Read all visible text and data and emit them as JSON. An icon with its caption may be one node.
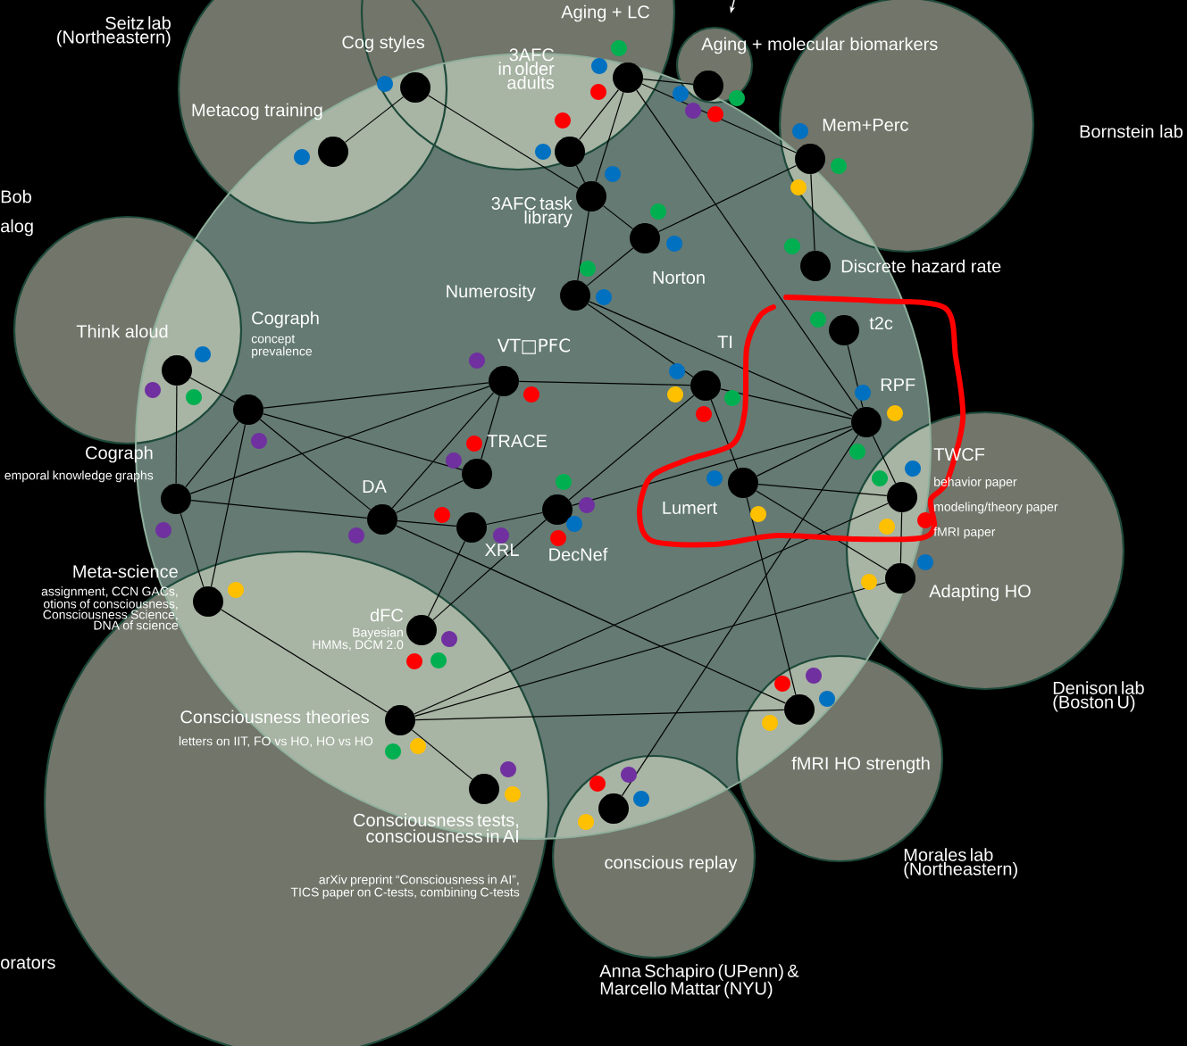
{
  "diagram": {
    "nodes": [
      {
        "text": [],
        "shape": "circle",
        "beside": [
          "Cog styles"
        ]
      },
      {
        "text": [],
        "shape": "circle",
        "beside": [
          "Metacog training"
        ]
      },
      {
        "text": [],
        "shape": "circle",
        "beside": [
          "Aging + LC"
        ]
      },
      {
        "text": [],
        "shape": "circle",
        "beside": [
          "Aging + molecular biomarkers"
        ]
      },
      {
        "text": [],
        "shape": "circle",
        "beside": [
          "3AFC in older adults"
        ]
      },
      {
        "text": [],
        "shape": "circle",
        "beside": [
          "Mem+Perc"
        ]
      },
      {
        "text": [],
        "shape": "circle",
        "beside": [
          "3AFC task library"
        ]
      },
      {
        "text": [],
        "shape": "circle",
        "beside": [
          "Norton"
        ]
      },
      {
        "text": [],
        "shape": "circle",
        "beside": [
          "Discrete hazard rate"
        ]
      },
      {
        "text": [],
        "shape": "circle",
        "beside": [
          "Numerosity"
        ]
      },
      {
        "text": [],
        "shape": "circle",
        "beside": [
          "t2c"
        ]
      },
      {
        "text": [],
        "shape": "circle",
        "beside": [
          "Think aloud"
        ]
      },
      {
        "text": [],
        "shape": "circle",
        "beside": [
          "Cograph",
          "concept prevalence"
        ]
      },
      {
        "text": [],
        "shape": "circle",
        "beside": [
          "VT□PFC"
        ]
      },
      {
        "text": [],
        "shape": "circle",
        "beside": [
          "TI"
        ]
      },
      {
        "text": [],
        "shape": "circle",
        "beside": [
          "RPF"
        ]
      },
      {
        "text": [],
        "shape": "circle",
        "beside": [
          "TRACE"
        ]
      },
      {
        "text": [],
        "shape": "circle",
        "beside": [
          "Cograph",
          "emporal knowledge graphs"
        ]
      },
      {
        "text": [],
        "shape": "circle",
        "beside": [
          "DA"
        ]
      },
      {
        "text": [],
        "shape": "circle",
        "beside": [
          "XRL"
        ]
      },
      {
        "text": [],
        "shape": "circle",
        "beside": [
          "DecNef"
        ]
      },
      {
        "text": [],
        "shape": "circle",
        "beside": [
          "Lumert"
        ]
      },
      {
        "text": [],
        "shape": "circle",
        "beside": [
          "TWCF",
          "behavior paper",
          "modeling/theory paper",
          "fMRI paper"
        ]
      },
      {
        "text": [],
        "shape": "circle",
        "beside": [
          "Adapting HO"
        ]
      },
      {
        "text": [],
        "shape": "circle",
        "beside": [
          "Meta-science",
          "assignment, CCN GACs, otions of consciousness, Consciousness Science, DNA of science"
        ]
      },
      {
        "text": [],
        "shape": "circle",
        "beside": [
          "dFC",
          "Bayesian HMMs, DCM 2.0"
        ]
      },
      {
        "text": [],
        "shape": "circle",
        "beside": [
          "Consciousness theories",
          "letters on IIT, FO vs HO, HO vs HO"
        ]
      },
      {
        "text": [],
        "shape": "circle",
        "beside": [
          "Consciousness tests, consciousness in AI",
          "arXiv preprint “Consciousness in AI”, TICS paper on C-tests, combining C-tests"
        ]
      },
      {
        "text": [],
        "shape": "circle",
        "beside": [
          "fMRI HO strength"
        ]
      },
      {
        "text": [],
        "shape": "circle",
        "beside": [
          "conscious replay"
        ]
      }
    ],
    "edges": [
      {
        "from": 0,
        "to": 1,
        "arrow": "none"
      },
      {
        "from": 0,
        "to": 6,
        "arrow": "none"
      },
      {
        "from": 2,
        "to": 3,
        "arrow": "none"
      },
      {
        "from": 2,
        "to": 4,
        "arrow": "none"
      },
      {
        "from": 2,
        "to": 6,
        "arrow": "none"
      },
      {
        "from": 2,
        "to": 5,
        "arrow": "none"
      },
      {
        "from": 2,
        "to": 15,
        "arrow": "none"
      },
      {
        "from": 4,
        "to": 6,
        "arrow": "none"
      },
      {
        "from": 6,
        "to": 7,
        "arrow": "none"
      },
      {
        "from": 6,
        "to": 9,
        "arrow": "none"
      },
      {
        "from": 7,
        "to": 5,
        "arrow": "none"
      },
      {
        "from": 7,
        "to": 9,
        "arrow": "none"
      },
      {
        "from": 5,
        "to": 8,
        "arrow": "none"
      },
      {
        "from": 9,
        "to": 14,
        "arrow": "none"
      },
      {
        "from": 9,
        "to": 15,
        "arrow": "none"
      },
      {
        "from": 10,
        "to": 15,
        "arrow": "none"
      },
      {
        "from": 11,
        "to": 12,
        "arrow": "none"
      },
      {
        "from": 11,
        "to": 17,
        "arrow": "none"
      },
      {
        "from": 12,
        "to": 13,
        "arrow": "none"
      },
      {
        "from": 12,
        "to": 16,
        "arrow": "none"
      },
      {
        "from": 12,
        "to": 17,
        "arrow": "none"
      },
      {
        "from": 12,
        "to": 18,
        "arrow": "none"
      },
      {
        "from": 12,
        "to": 24,
        "arrow": "none"
      },
      {
        "from": 13,
        "to": 14,
        "arrow": "none"
      },
      {
        "from": 13,
        "to": 16,
        "arrow": "none"
      },
      {
        "from": 13,
        "to": 18,
        "arrow": "none"
      },
      {
        "from": 17,
        "to": 13,
        "arrow": "none"
      },
      {
        "from": 17,
        "to": 18,
        "arrow": "none"
      },
      {
        "from": 17,
        "to": 24,
        "arrow": "none"
      },
      {
        "from": 14,
        "to": 15,
        "arrow": "none"
      },
      {
        "from": 14,
        "to": 21,
        "arrow": "none"
      },
      {
        "from": 14,
        "to": 20,
        "arrow": "none"
      },
      {
        "from": 15,
        "to": 21,
        "arrow": "none"
      },
      {
        "from": 15,
        "to": 22,
        "arrow": "none"
      },
      {
        "from": 15,
        "to": 20,
        "arrow": "none"
      },
      {
        "from": 15,
        "to": 29,
        "arrow": "none"
      },
      {
        "from": 16,
        "to": 18,
        "arrow": "none"
      },
      {
        "from": 18,
        "to": 19,
        "arrow": "none"
      },
      {
        "from": 18,
        "to": 28,
        "arrow": "none"
      },
      {
        "from": 19,
        "to": 20,
        "arrow": "none"
      },
      {
        "from": 19,
        "to": 25,
        "arrow": "none"
      },
      {
        "from": 20,
        "to": 25,
        "arrow": "none"
      },
      {
        "from": 21,
        "to": 22,
        "arrow": "none"
      },
      {
        "from": 21,
        "to": 23,
        "arrow": "none"
      },
      {
        "from": 21,
        "to": 28,
        "arrow": "none"
      },
      {
        "from": 22,
        "to": 23,
        "arrow": "none"
      },
      {
        "from": 22,
        "to": 26,
        "arrow": "none"
      },
      {
        "from": 23,
        "to": 26,
        "arrow": "none"
      },
      {
        "from": 24,
        "to": 26,
        "arrow": "none"
      },
      {
        "from": 26,
        "to": 27,
        "arrow": "none"
      },
      {
        "from": 26,
        "to": 28,
        "arrow": "none"
      }
    ],
    "labels": [
      "Seitz lab (Northeastern)",
      "Bob",
      "alog",
      "Bornstein lab",
      "Denison lab (Boston U)",
      "Morales lab (Northeastern)",
      "orators",
      "Anna Schapiro (UPenn) & Marcello Mattar (NYU)"
    ]
  }
}
